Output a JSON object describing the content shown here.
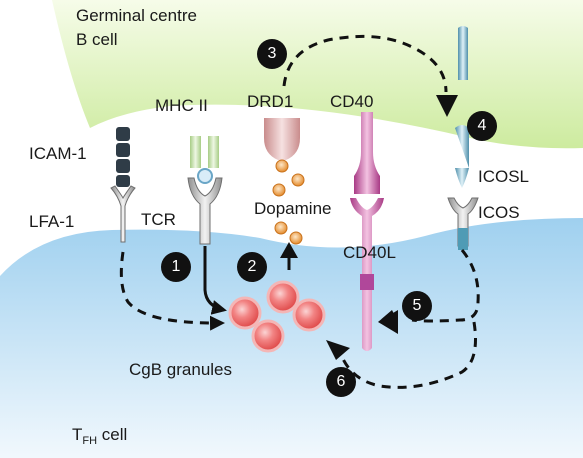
{
  "cells": {
    "b_cell_line1": "Germinal centre",
    "b_cell_line2": "B cell",
    "tfh_prefix": "T",
    "tfh_subscript": "FH",
    "tfh_suffix": " cell"
  },
  "molecules": {
    "icam1": "ICAM-1",
    "lfa1": "LFA-1",
    "mhc2": "MHC II",
    "tcr": "TCR",
    "drd1": "DRD1",
    "cd40": "CD40",
    "cd40l": "CD40L",
    "icosl": "ICOSL",
    "icos": "ICOS",
    "dopamine": "Dopamine",
    "granules": "CgB granules"
  },
  "steps": [
    "1",
    "2",
    "3",
    "4",
    "5",
    "6"
  ],
  "colors": {
    "b_cell": "#d9f0b4",
    "tfh_cell": "#bfe0f5",
    "granule": "#ef6a6a",
    "dopamine": "#e8902d",
    "cd40": "#c64aa0",
    "icos": "#4f9bb5"
  }
}
